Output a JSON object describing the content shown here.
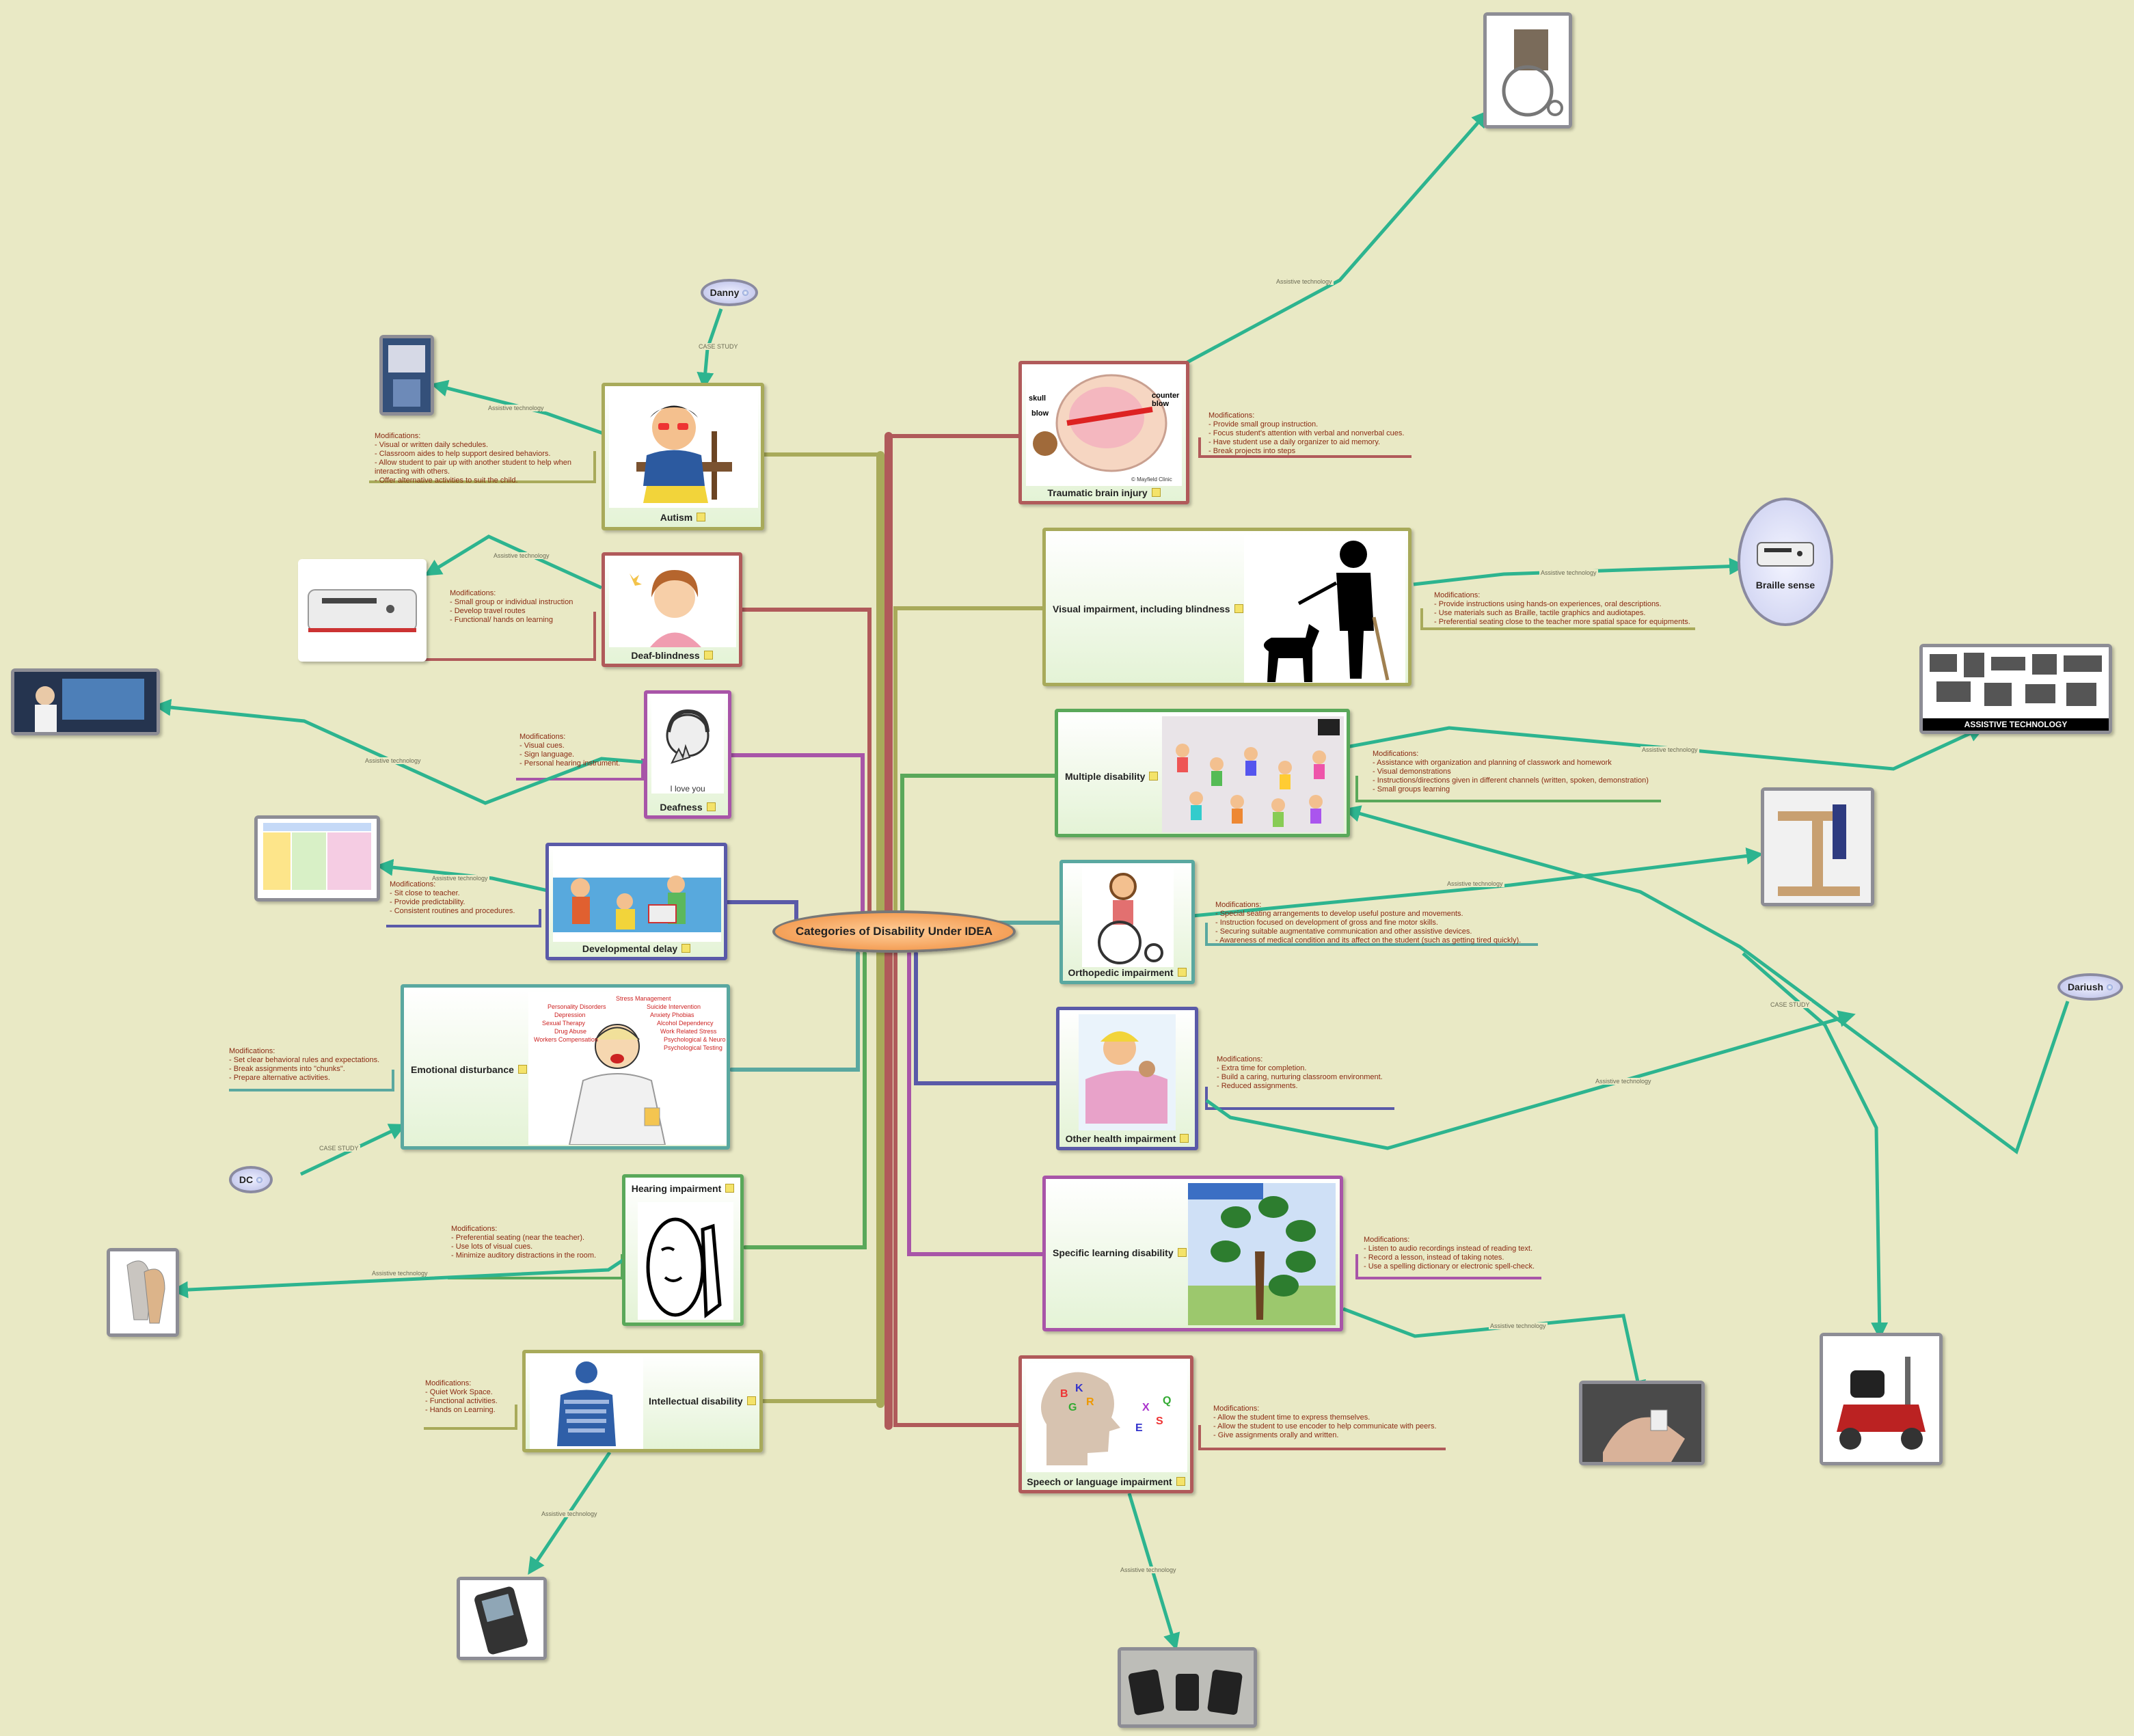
{
  "central_topic": "Categories of Disability Under IDEA",
  "link_captions": {
    "assistive": "Assistive technology",
    "case_study": "CASE STUDY"
  },
  "case_studies": {
    "danny": "Danny",
    "dc": "DC",
    "dariush": "Dariush"
  },
  "braille_sense": "Braille sense",
  "colors": {
    "background": "#e9e9c5",
    "arrow": "#2db48f",
    "modifications_text": "#8a2b14"
  },
  "topics": {
    "autism": {
      "label": "Autism",
      "modifications": [
        "Modifications:",
        "- Visual or written daily schedules.",
        "- Classroom aides to help support desired behaviors.",
        "- Allow student to pair up with another student to help when",
        "interacting with others.",
        "- Offer alternative activities to suit the child."
      ]
    },
    "deafblindness": {
      "label": "Deaf-blindness",
      "modifications": [
        "Modifications:",
        "-  Small group or individual instruction",
        "-  Develop travel routes",
        "-  Functional/ hands on learning"
      ]
    },
    "deafness": {
      "label": "Deafness",
      "image_text": "I love you",
      "modifications": [
        "Modifications:",
        "- Visual cues.",
        "- Sign language.",
        "- Personal hearing instrument."
      ]
    },
    "developmental": {
      "label": "Developmental delay",
      "modifications": [
        "Modifications:",
        "- Sit close to teacher.",
        "- Provide predictability.",
        "- Consistent routines and procedures."
      ]
    },
    "emotional": {
      "label": "Emotional disturbance",
      "modifications": [
        "Modifications:",
        "- Set clear behavioral rules and expectations.",
        "- Break assignments into \"chunks\".",
        "- Prepare alternative activities."
      ],
      "image_terms": [
        "Stress Management",
        "Personality Disorders",
        "Suicide Intervention",
        "Depression",
        "Anxiety Phobias",
        "Sexual Therapy",
        "Alcohol Dependency",
        "Drug Abuse",
        "Work Related Stress",
        "Workers Compensation",
        "Psychological & Neuro",
        "Psychological Testing"
      ]
    },
    "hearing": {
      "label": "Hearing impairment",
      "modifications": [
        "Modifications:",
        "- Preferential seating (near the teacher).",
        "- Use lots of visual cues.",
        "- Minimize auditory distractions in the room."
      ]
    },
    "intellectual": {
      "label": "Intellectual disability",
      "modifications": [
        "Modifications:",
        "- Quiet Work Space.",
        "- Functional activities.",
        "- Hands on Learning."
      ]
    },
    "tbi": {
      "label": "Traumatic brain injury",
      "image_labels": [
        "skull",
        "blow",
        "counter blow",
        "© Mayfield Clinic"
      ],
      "modifications": [
        "Modifications:",
        "-  Provide small group instruction.",
        "-  Focus student's attention with verbal and nonverbal cues.",
        "-  Have student use a daily organizer to aid memory.",
        "-  Break projects into steps"
      ]
    },
    "visual": {
      "label": "Visual impairment, including blindness",
      "modifications": [
        "Modifications:",
        "- Provide instructions using hands-on experiences, oral descriptions.",
        "- Use materials such as Braille, tactile graphics and audiotapes.",
        "- Preferential seating close to the teacher more spatial space for equipments."
      ]
    },
    "multiple": {
      "label": "Multiple disability",
      "modifications": [
        "Modifications:",
        "- Assistance with organization and planning of classwork and homework",
        "- Visual demonstrations",
        "- Instructions/directions given in different channels (written, spoken, demonstration)",
        "- Small groups learning"
      ]
    },
    "orthopedic": {
      "label": "Orthopedic impairment",
      "modifications": [
        "Modifications:",
        "- Special seating arrangements to develop useful posture and movements.",
        "- Instruction focused on development of gross and fine motor skills.",
        "- Securing suitable augmentative communication and other assistive devices.",
        "- Awareness of medical condition and its affect on the student (such as getting tired quickly)."
      ]
    },
    "ohi": {
      "label": "Other health impairment",
      "modifications": [
        "Modifications:",
        "- Extra time for completion.",
        "- Build a caring, nurturing classroom environment.",
        "- Reduced assignments."
      ]
    },
    "sld": {
      "label": "Specific learning disability",
      "modifications": [
        "Modifications:",
        "- Listen to audio recordings instead of reading text.",
        "- Record a lesson, instead of taking notes.",
        "- Use a spelling dictionary or electronic spell-check."
      ]
    },
    "speech": {
      "label": "Speech or language impairment",
      "modifications": [
        "Modifications:",
        "-  Allow the student time to express themselves.",
        "-  Allow the student to use encoder to help communicate with peers.",
        "-  Give assignments orally and written."
      ]
    }
  },
  "assistive_thumbs": {
    "at_poster": "ASSISTIVE TECHNOLOGY"
  }
}
